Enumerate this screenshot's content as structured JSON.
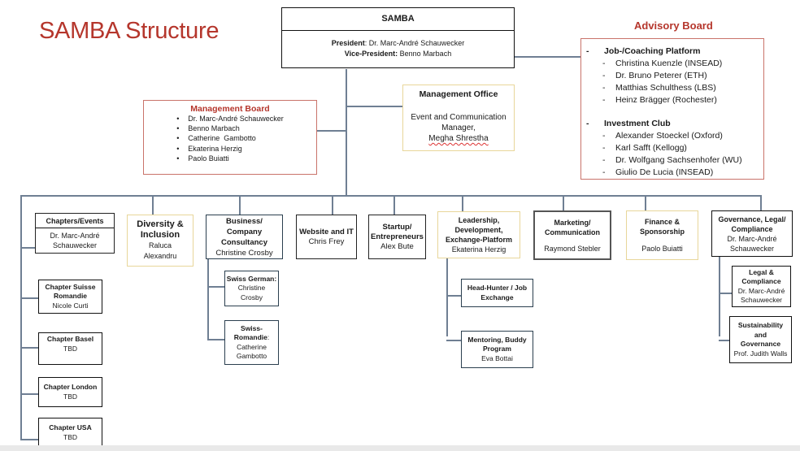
{
  "title": "SAMBA Structure",
  "colors": {
    "title_red": "#b5362c",
    "connector": "#6f7f93",
    "gold_border": "#e8d69a",
    "red_border": "#c9736a"
  },
  "samba": {
    "name": "SAMBA",
    "president_label": "President",
    "president": ": Dr. Marc-André Schauwecker",
    "vice_label": "Vice-President:",
    "vice": " Benno Marbach"
  },
  "advisory_board": {
    "title": "Advisory Board",
    "groups": [
      {
        "name": "Job-/Coaching Platform",
        "members": [
          "Christina Kuenzle (INSEAD)",
          "Dr. Bruno Peterer (ETH)",
          "Matthias Schulthess (LBS)",
          "Heinz Brägger (Rochester)"
        ]
      },
      {
        "name": "Investment Club",
        "members": [
          "Alexander Stoeckel (Oxford)",
          "Karl Safft (Kellogg)",
          "Dr. Wolfgang Sachsenhofer (WU)",
          "Giulio De Lucia (INSEAD)"
        ]
      }
    ]
  },
  "management_board": {
    "title": "Management Board",
    "members": [
      "Dr. Marc-André Schauwecker",
      "Benno Marbach",
      "Catherine  Gambotto",
      "Ekaterina Herzig",
      "Paolo Buiatti"
    ]
  },
  "management_office": {
    "title": "Management Office",
    "role1": "Event and Communication",
    "role2": "Manager,",
    "person": "Megha Shrestha"
  },
  "departments": {
    "chapters": {
      "title": "Chapters/Events",
      "person1": "Dr. Marc-André",
      "person2": "Schauwecker"
    },
    "diversity": {
      "title1": "Diversity &",
      "title2": "Inclusion",
      "person1": "Raluca",
      "person2": "Alexandru"
    },
    "business": {
      "title1": "Business/",
      "title2": "Company",
      "title3": "Consultancy",
      "person": "Christine Crosby"
    },
    "website": {
      "title": "Website and IT",
      "person": "Chris Frey"
    },
    "startup": {
      "title1": "Startup/",
      "title2": "Entrepreneurs",
      "person": "Alex Bute"
    },
    "leadership": {
      "title1": "Leadership,",
      "title2": "Development,",
      "title3": "Exchange-Platform",
      "person": "Ekaterina Herzig"
    },
    "marketing": {
      "title1": "Marketing/",
      "title2": "Communication",
      "person": "Raymond Stebler"
    },
    "finance": {
      "title1": "Finance &",
      "title2": "Sponsorship",
      "person": "Paolo Buiatti"
    },
    "governance": {
      "title1": "Governance, Legal/",
      "title2": "Compliance",
      "person1": "Dr. Marc-André",
      "person2": "Schauwecker"
    }
  },
  "chapters_list": [
    {
      "title1": "Chapter Suisse",
      "title2": "Romandie",
      "person": "Nicole Curti"
    },
    {
      "title1": "Chapter Basel",
      "title2": "",
      "person": "TBD"
    },
    {
      "title1": "Chapter London",
      "title2": "",
      "person": "TBD"
    },
    {
      "title1": "Chapter USA",
      "title2": "",
      "person": "TBD"
    }
  ],
  "business_sub": [
    {
      "title": "Swiss German:",
      "person1": "Christine",
      "person2": "Crosby"
    },
    {
      "title1": "Swiss-",
      "title2": "Romandie",
      "suffix": ":",
      "person1": "Catherine",
      "person2": "Gambotto"
    }
  ],
  "leadership_sub": [
    {
      "title1": "Head-Hunter / Job",
      "title2": "Exchange"
    },
    {
      "title1": "Mentoring, Buddy",
      "title2": "Program",
      "person": "Eva Bottai"
    }
  ],
  "governance_sub": [
    {
      "title1": "Legal &",
      "title2": "Compliance",
      "person1": "Dr. Marc-André",
      "person2": "Schauwecker"
    },
    {
      "title1": "Sustainability",
      "title2": "and",
      "title3": "Governance",
      "person": "Prof. Judith Walls"
    }
  ]
}
